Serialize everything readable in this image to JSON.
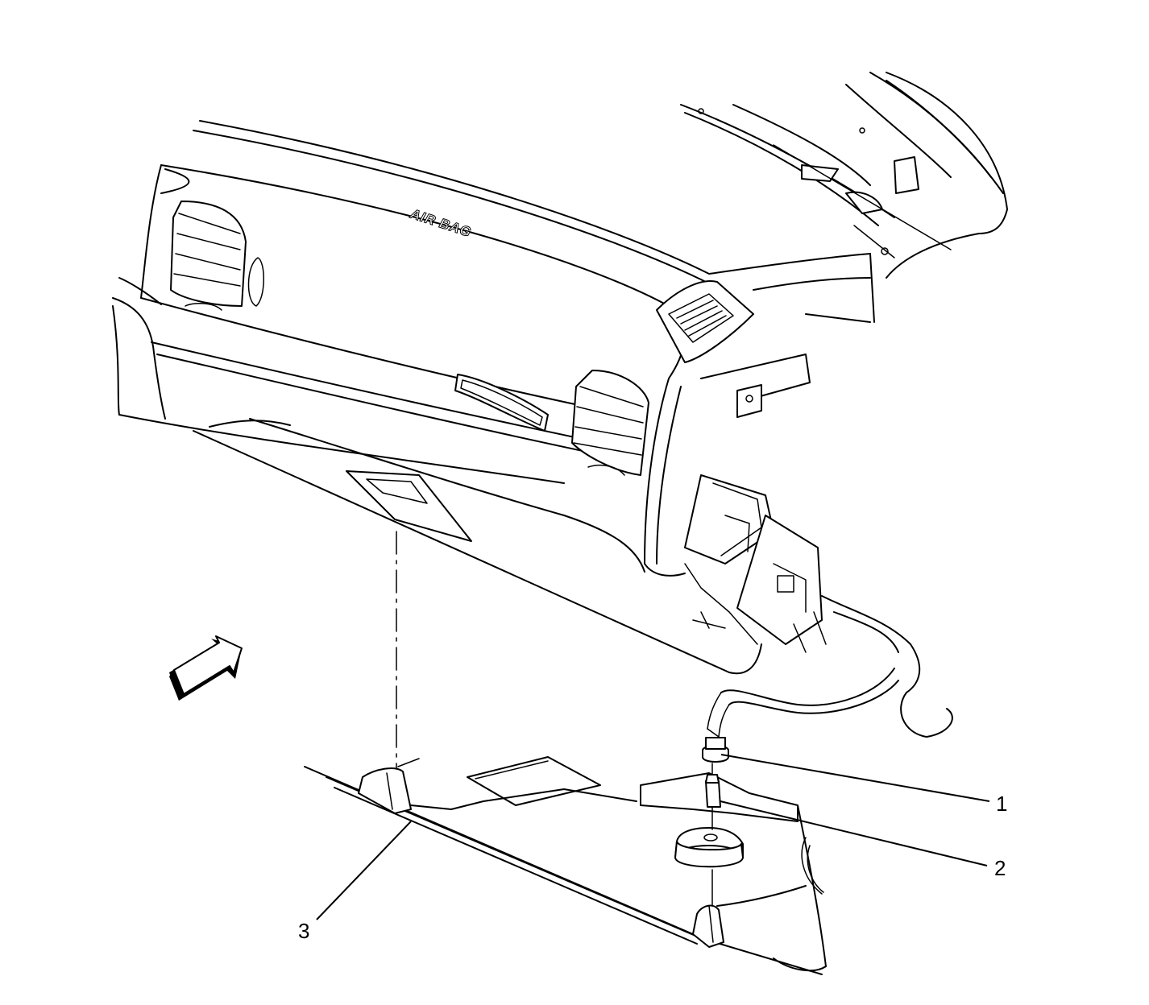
{
  "labels": {
    "airbag_emblem": "AIR BAG"
  },
  "callouts": [
    {
      "number": "1"
    },
    {
      "number": "2"
    },
    {
      "number": "3"
    }
  ]
}
